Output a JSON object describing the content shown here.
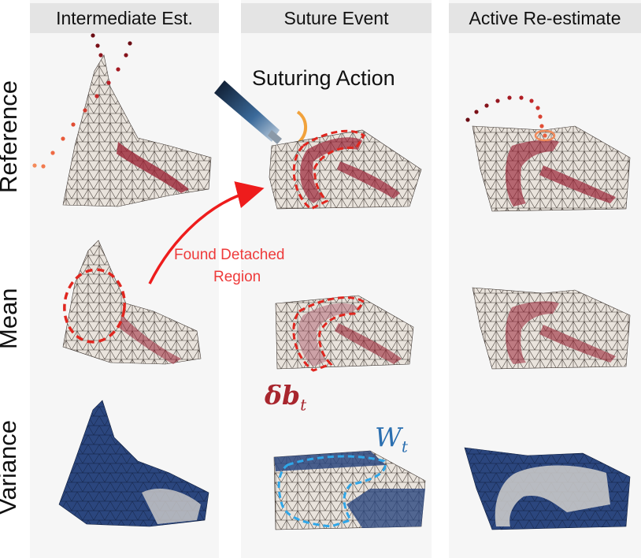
{
  "columns": [
    "Intermediate Est.",
    "Suture Event",
    "Active Re-estimate"
  ],
  "rows": [
    "Reference",
    "Mean",
    "Variance"
  ],
  "annotations": {
    "suturing_action": "Suturing Action",
    "found_detached": "Found Detached",
    "region": "Region",
    "delta_b": "δb",
    "delta_b_sub": "t",
    "w": "W",
    "w_sub": "t"
  },
  "colors": {
    "mesh_fill": "#e9e3dc",
    "mesh_edge": "#3d3530",
    "lesion": "#9a2436",
    "variance_blue": "#24407a",
    "dashed_red": "#e0261f",
    "dashed_blue": "#2fa6e8",
    "arrow_red": "#ee1c1c",
    "wt_blue": "#2b6fb0",
    "delta_red": "#a8262e"
  },
  "icons": [
    "surgical-tool-icon"
  ]
}
